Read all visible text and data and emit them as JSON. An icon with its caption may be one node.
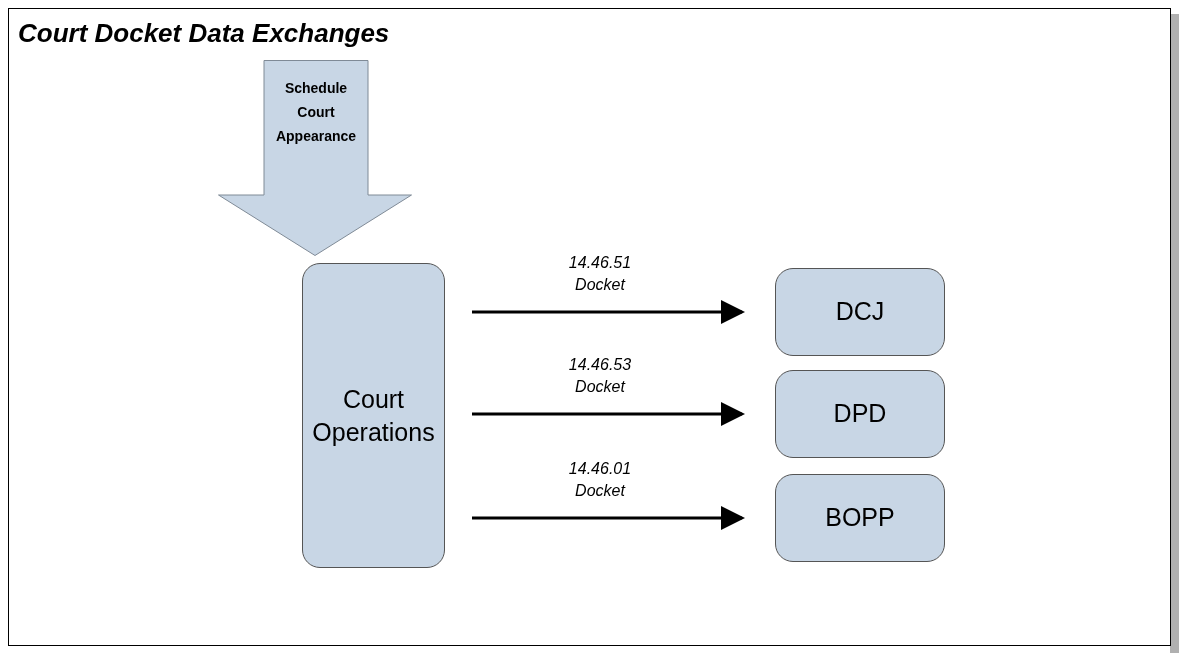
{
  "diagram": {
    "title": "Court Docket Data Exchanges",
    "nodes": [
      {
        "text": [
          "Schedule Court Appearance"
        ]
      },
      {
        "text": [
          "Court Operations"
        ]
      },
      {
        "text": [
          "DCJ"
        ]
      },
      {
        "text": [
          "DPD"
        ]
      },
      {
        "text": [
          "BOPP"
        ]
      }
    ],
    "edges": [
      {
        "from": 1,
        "to": 2,
        "arrow": "to",
        "label": "14.46.51 Docket"
      },
      {
        "from": 1,
        "to": 3,
        "arrow": "to",
        "label": "14.46.53 Docket"
      },
      {
        "from": 1,
        "to": 4,
        "arrow": "to",
        "label": "14.46.01 Docket"
      }
    ]
  }
}
